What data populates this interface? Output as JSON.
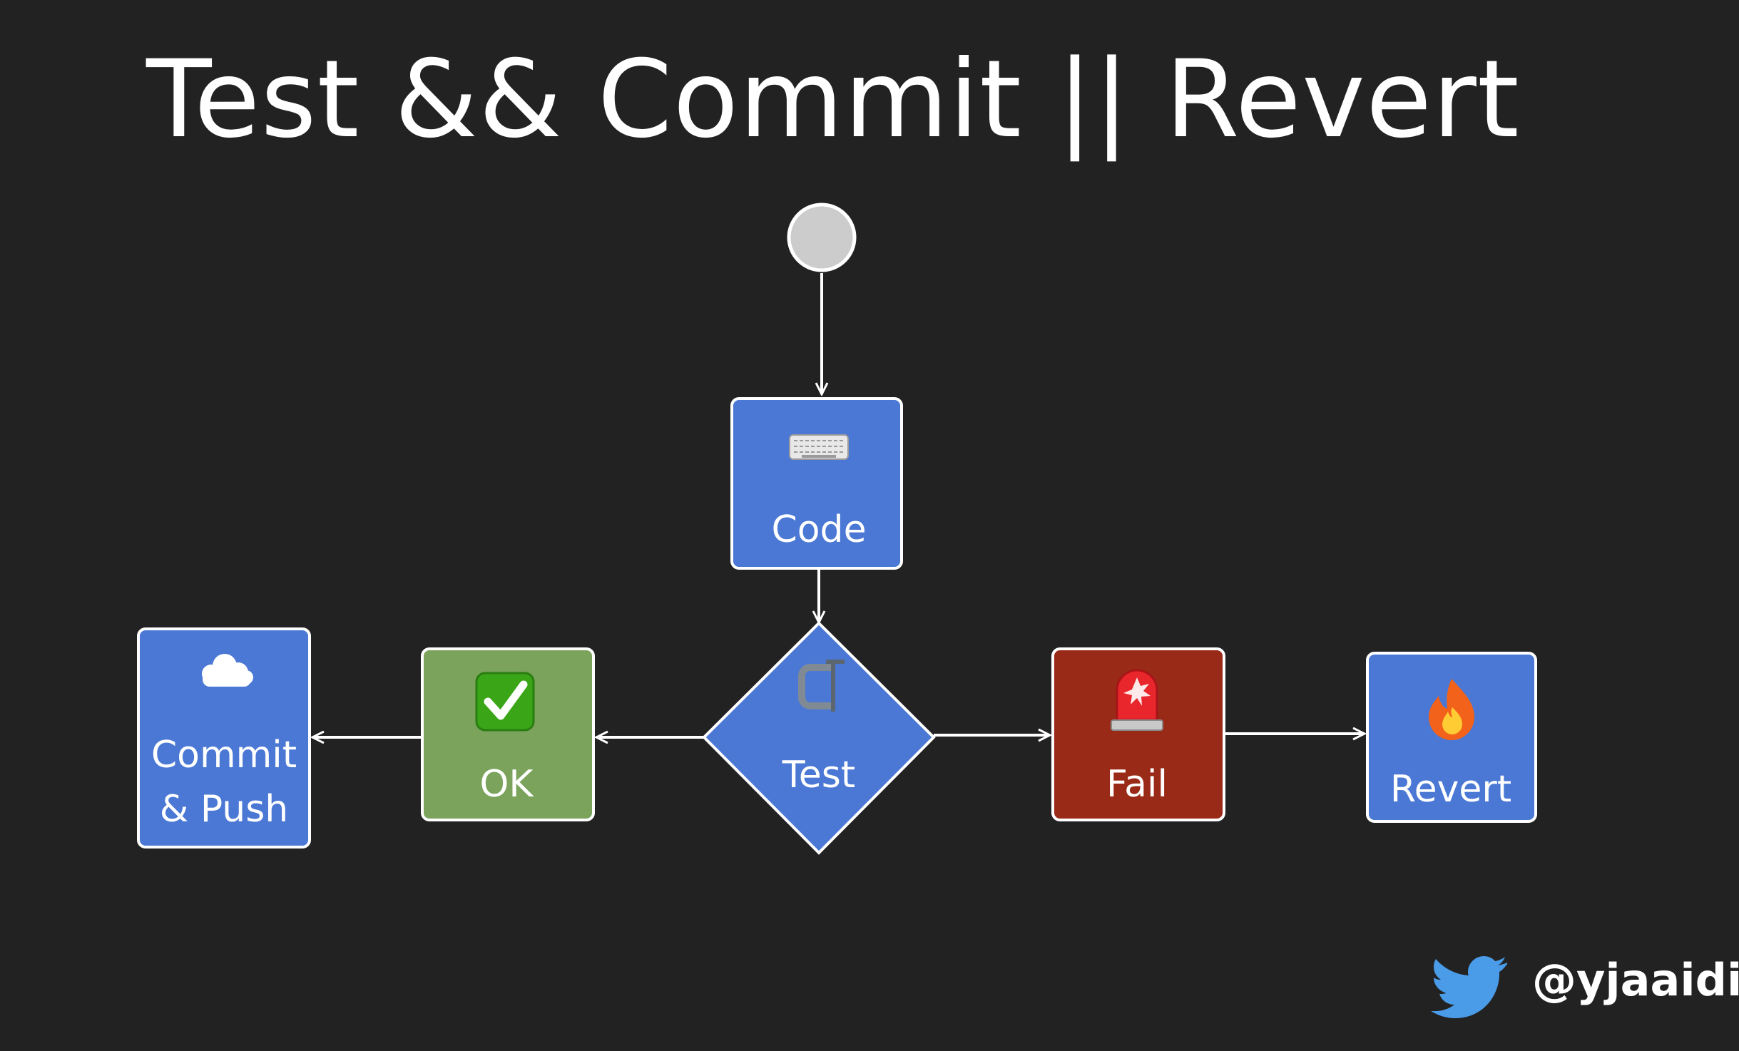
{
  "title": "Test && Commit || Revert",
  "nodes": {
    "code": {
      "label": "Code",
      "icon": "keyboard-icon",
      "color": "#4a78d4"
    },
    "test": {
      "label": "Test",
      "icon": "clamp-icon",
      "color": "#4a78d4"
    },
    "ok": {
      "label": "OK",
      "icon": "check-mark-button-icon",
      "color": "#7ba35c"
    },
    "commit": {
      "label_line1": "Commit",
      "label_line2": "& Push",
      "icon": "cloud-icon",
      "color": "#4a78d4"
    },
    "fail": {
      "label": "Fail",
      "icon": "police-light-icon",
      "color": "#992a17"
    },
    "revert": {
      "label": "Revert",
      "icon": "fire-icon",
      "color": "#4a78d4"
    }
  },
  "start_node_color": "#cccccc",
  "edges": [
    "start-to-code",
    "code-to-test",
    "test-to-ok",
    "ok-to-commit",
    "test-to-fail",
    "fail-to-revert"
  ],
  "footer": {
    "handle": "@yjaaidi",
    "icon": "twitter-bird-icon",
    "icon_color": "#4a9be8"
  }
}
